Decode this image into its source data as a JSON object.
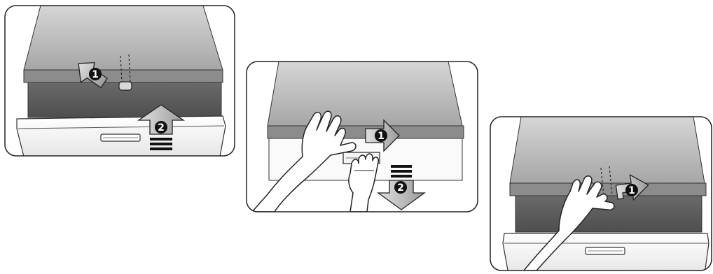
{
  "figure": {
    "panels": [
      {
        "id": "panel-1",
        "steps": [
          "1",
          "2"
        ]
      },
      {
        "id": "panel-2",
        "steps": [
          "1",
          "2"
        ]
      },
      {
        "id": "panel-3",
        "steps": [
          "1"
        ]
      }
    ]
  },
  "colors": {
    "panel_border": "#222222",
    "lid_light": "#d0d0d0",
    "lid_dark": "#9a9a9a",
    "band": "#8a8a8a",
    "box_body": "#5e5e5e",
    "base": "#f2f2f2",
    "arrow_fill": "#bfbfbf",
    "badge_fill": "#111111",
    "badge_text": "#ffffff"
  }
}
